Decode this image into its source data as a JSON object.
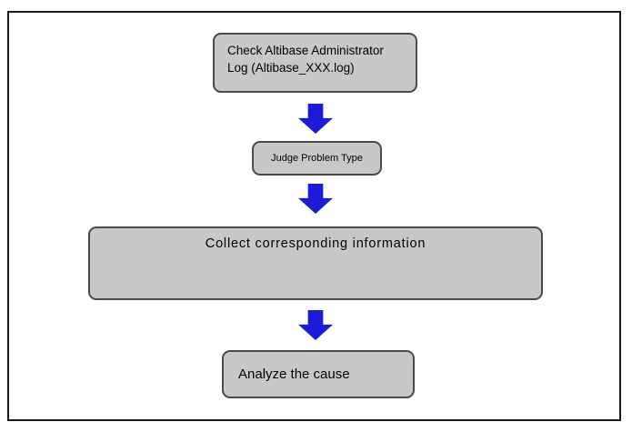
{
  "diagram": {
    "type": "flowchart",
    "nodes": [
      {
        "id": "check-log",
        "label": "Check Altibase Administrator\nLog (Altibase_XXX.log)"
      },
      {
        "id": "judge-problem-type",
        "label": "Judge Problem Type"
      },
      {
        "id": "collect-info",
        "label": "Collect corresponding information"
      },
      {
        "id": "analyze-cause",
        "label": "Analyze the cause"
      }
    ],
    "connectors": [
      {
        "from": "check-log",
        "to": "judge-problem-type",
        "type": "block-arrow-down"
      },
      {
        "from": "judge-problem-type",
        "to": "collect-info",
        "type": "block-arrow-down"
      },
      {
        "from": "collect-info",
        "to": "analyze-cause",
        "type": "block-arrow-down"
      }
    ],
    "colors": {
      "node_fill": "#c8c8c8",
      "node_border": "#4a4a4a",
      "arrow_blue": "#1c1cd8",
      "frame_border": "#1a1a1a",
      "page_bg": "#ffffff"
    }
  }
}
